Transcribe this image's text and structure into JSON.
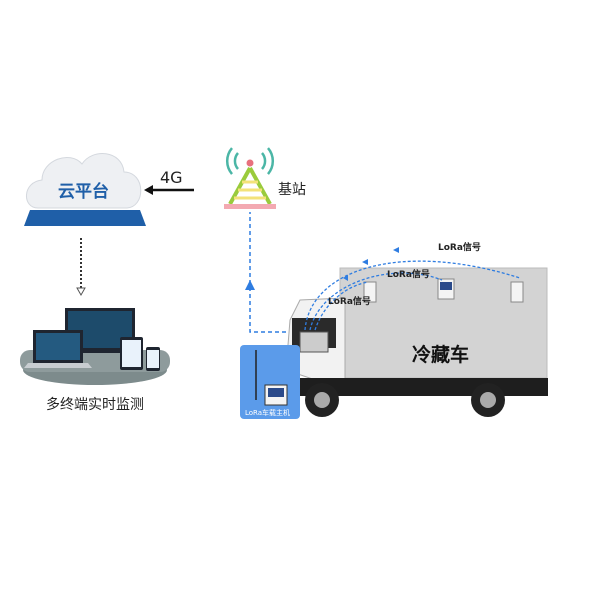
{
  "cloud": {
    "label": "云平台"
  },
  "link_4g": {
    "label": "4G"
  },
  "tower": {
    "label": "基站"
  },
  "terminals": {
    "label": "多终端实时监测"
  },
  "truck": {
    "label": "冷藏车"
  },
  "host": {
    "label": "LoRa车载主机"
  },
  "signals": [
    {
      "label": "LoRa信号"
    },
    {
      "label": "LoRa信号"
    },
    {
      "label": "LoRa信号"
    }
  ],
  "colors": {
    "accent": "#2f7de1",
    "cloud_text": "#1f5fa8",
    "platform": "#1f5fa8",
    "host_box": "#5b9bea"
  }
}
